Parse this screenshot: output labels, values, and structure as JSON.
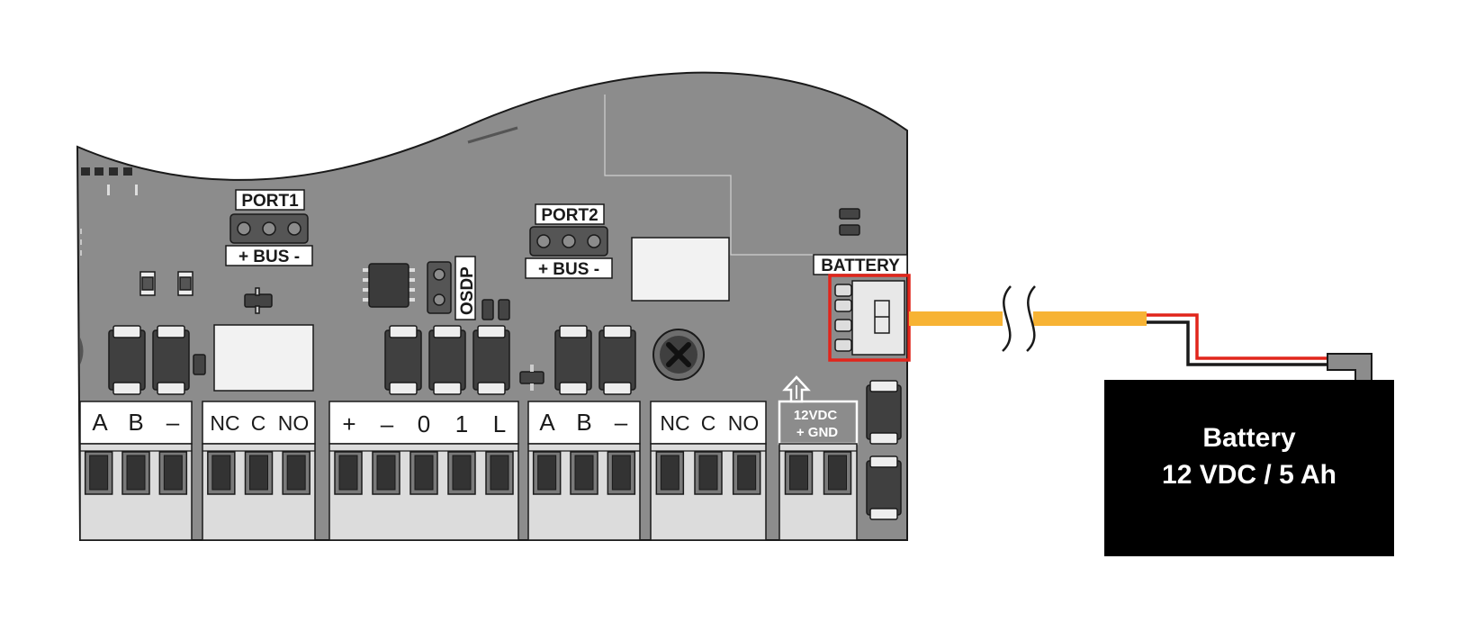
{
  "labels": {
    "port1": "PORT1",
    "port1_bus": "+ BUS -",
    "port2": "PORT2",
    "port2_bus": "+ BUS -",
    "osdp": "OSDP",
    "battery_connector": "BATTERY",
    "power_voltage": "12VDC",
    "power_polarity": "+   GND"
  },
  "terminals": [
    {
      "group": "rs485-a",
      "labels": [
        "A",
        "B",
        "–"
      ]
    },
    {
      "group": "relay-1",
      "labels": [
        "NC",
        "C",
        "NO"
      ]
    },
    {
      "group": "reader",
      "labels": [
        "+",
        "–",
        "0",
        "1",
        "L"
      ]
    },
    {
      "group": "rs485-b",
      "labels": [
        "A",
        "B",
        "–"
      ]
    },
    {
      "group": "relay-2",
      "labels": [
        "NC",
        "C",
        "NO"
      ]
    }
  ],
  "battery": {
    "title": "Battery",
    "spec": "12 VDC / 5 Ah"
  },
  "colors": {
    "board": "#8c8c8c",
    "highlight": "#e1251b",
    "cable": "#f7b334",
    "wire_positive": "#e1251b",
    "wire_negative": "#1a1a1a",
    "battery_body": "#000000"
  }
}
